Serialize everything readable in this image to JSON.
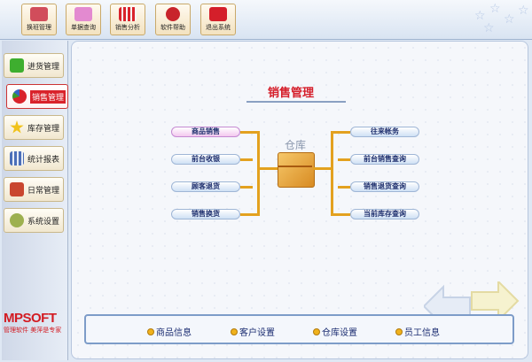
{
  "toolbar": {
    "buttons": [
      {
        "label": "换班管理",
        "color": "#d14d5b"
      },
      {
        "label": "单据查询",
        "color": "#e38ad0"
      },
      {
        "label": "销售分析",
        "color": "#d9232b"
      },
      {
        "label": "软件帮助",
        "color": "#c8242b"
      },
      {
        "label": "退出系统",
        "color": "#d41f2a"
      }
    ]
  },
  "sidebar": {
    "items": [
      {
        "label": "进货管理",
        "icon": "plus-icon",
        "color": "#3eae2f"
      },
      {
        "label": "销售管理",
        "icon": "pie-icon",
        "color": "#d9232b",
        "active": true
      },
      {
        "label": "库存管理",
        "icon": "star-icon",
        "color": "#f1c21a"
      },
      {
        "label": "统计报表",
        "icon": "chart-icon",
        "color": "#4b6fb8"
      },
      {
        "label": "日常管理",
        "icon": "hammer-icon",
        "color": "#c9462f"
      },
      {
        "label": "系统设置",
        "icon": "gear-icon",
        "color": "#9db04f"
      }
    ],
    "logo_main": "MPSOFT",
    "logo_sub": "管理软件 美萍是专家"
  },
  "main": {
    "title": "销售管理",
    "warehouse_label": "仓库",
    "left_items": [
      "商品销售",
      "前台收银",
      "顾客退货",
      "销售换货"
    ],
    "right_items": [
      "往来帐务",
      "前台销售查询",
      "销售退货查询",
      "当前库存查询"
    ]
  },
  "bottom_links": [
    "商品信息",
    "客户设置",
    "仓库设置",
    "员工信息"
  ]
}
